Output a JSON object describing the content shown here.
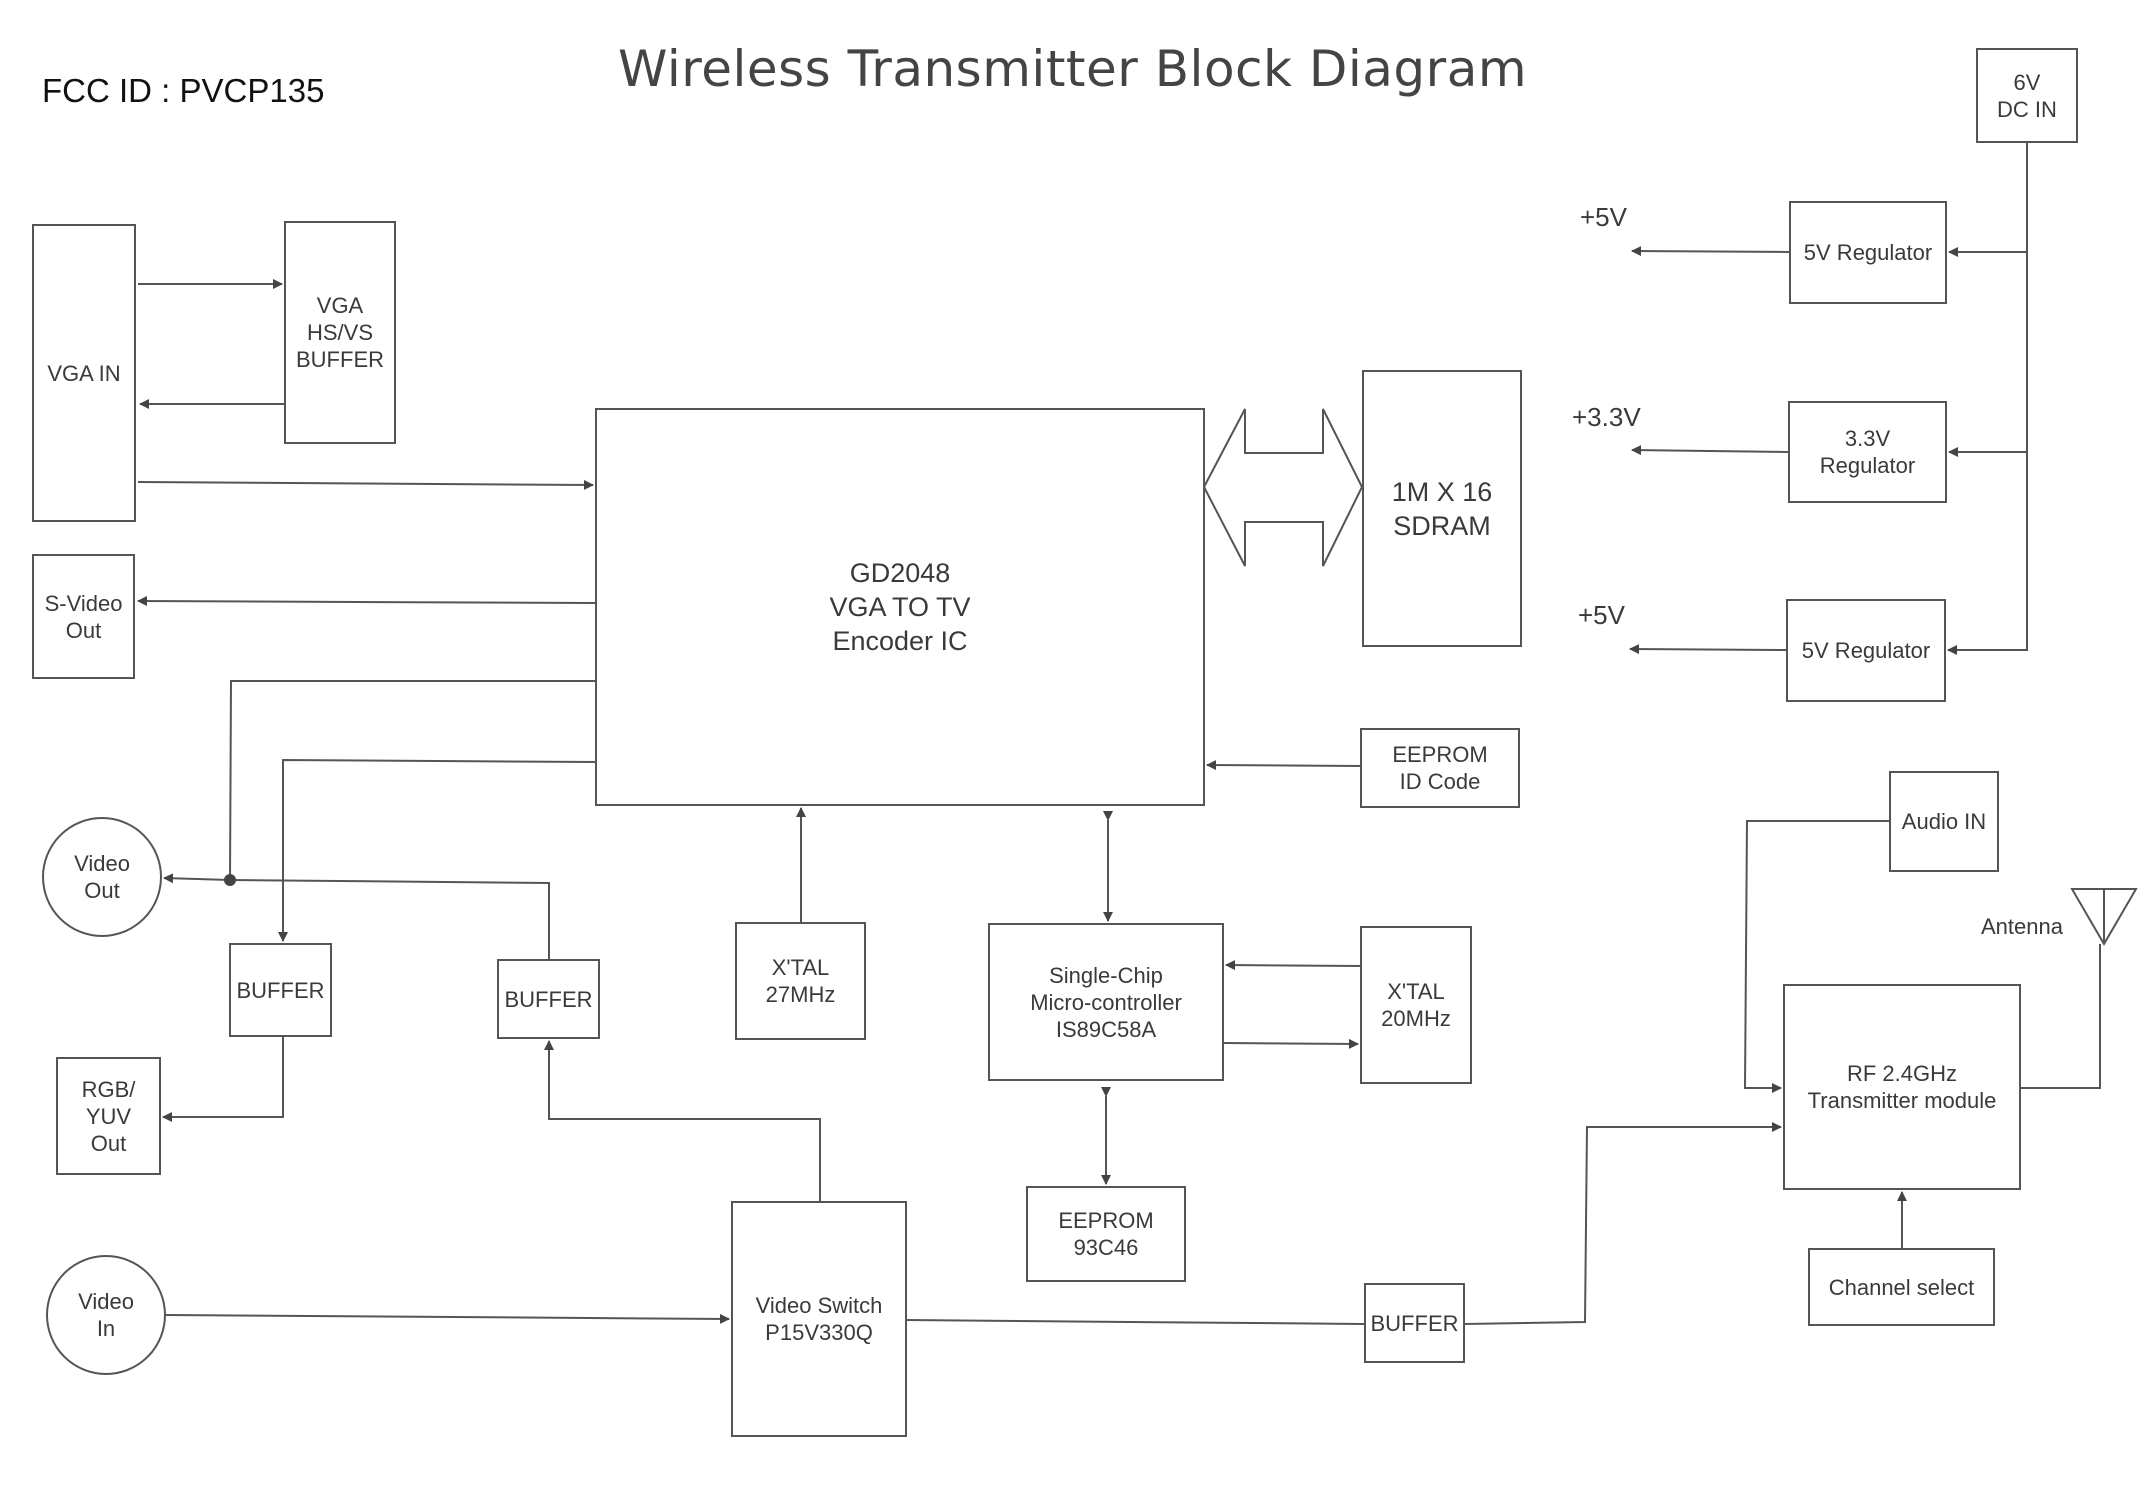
{
  "header": {
    "fcc_id": "FCC ID : PVCP135",
    "title": "Wireless Transmitter Block Diagram"
  },
  "blocks": {
    "vga_in": "VGA IN",
    "vga_buffer": "VGA\nHS/VS\nBUFFER",
    "encoder": "GD2048\nVGA TO TV\nEncoder IC",
    "sdram": "1M X 16\nSDRAM",
    "eeprom_id": "EEPROM\nID Code",
    "svideo_out": "S-Video\nOut",
    "video_out": "Video\nOut",
    "buffer_rgb": "BUFFER",
    "buffer_video": "BUFFER",
    "rgb_yuv_out": "RGB/\nYUV\nOut",
    "xtal_27": "X'TAL\n27MHz",
    "mcu": "Single-Chip\nMicro-controller\nIS89C58A",
    "xtal_20": "X'TAL\n20MHz",
    "eeprom_93c46": "EEPROM\n93C46",
    "video_in": "Video\nIn",
    "video_switch": "Video Switch\nP15V330Q",
    "buffer_rf": "BUFFER",
    "dc_in": "6V\nDC IN",
    "reg_5v_a": "5V Regulator",
    "reg_3v3": "3.3V\nRegulator",
    "reg_5v_b": "5V Regulator",
    "audio_in": "Audio IN",
    "rf_module": "RF 2.4GHz\nTransmitter module",
    "channel_select": "Channel select"
  },
  "rails": {
    "v5_a": "+5V",
    "v3_3": "+3.3V",
    "v5_b": "+5V"
  },
  "antenna_label": "Antenna",
  "colors": {
    "line": "#555555",
    "text": "#3a3a3a",
    "background": "#ffffff"
  }
}
